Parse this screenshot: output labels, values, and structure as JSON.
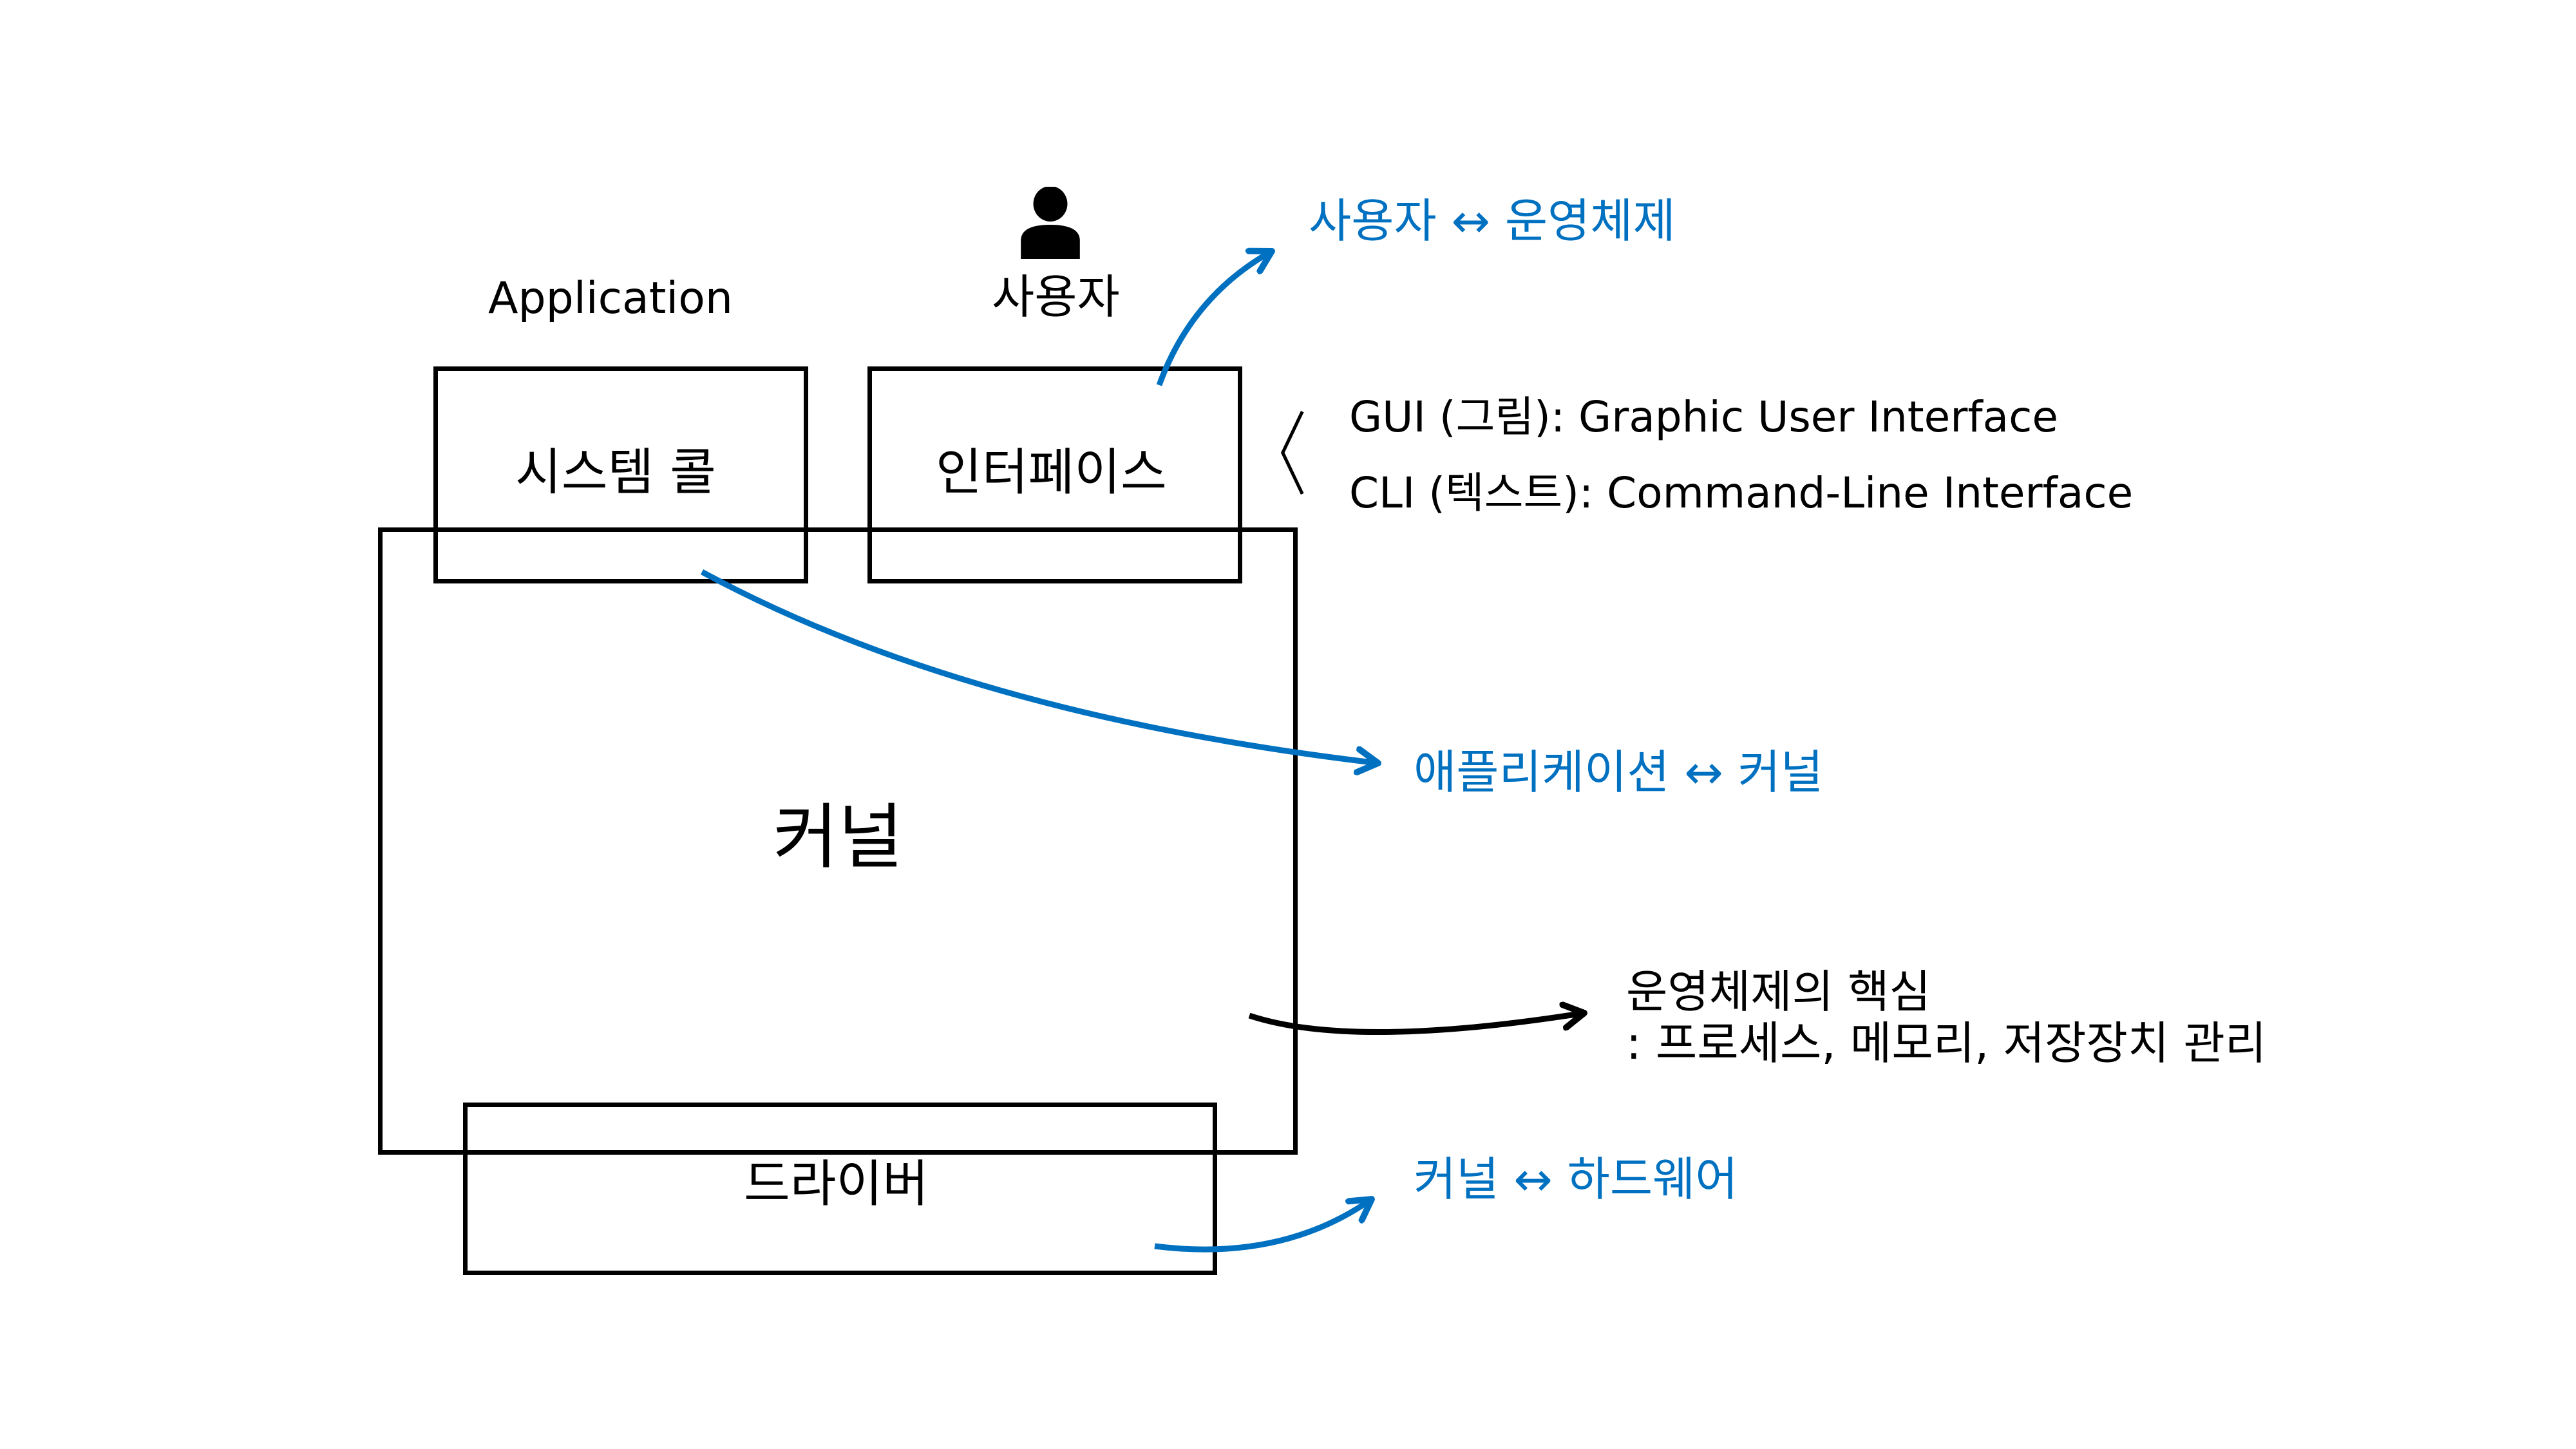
{
  "colors": {
    "accent": "#0070C0",
    "stroke": "#000000",
    "background": "#FFFFFF"
  },
  "top_labels": {
    "application": "Application",
    "user": "사용자",
    "user_icon": "person-icon"
  },
  "boxes": {
    "system_call": "시스템 콜",
    "interface": "인터페이스",
    "kernel": "커널",
    "driver": "드라이버"
  },
  "interface_types": [
    "GUI (그림): Graphic User Interface",
    "CLI (텍스트): Command-Line Interface"
  ],
  "annotations": {
    "user_os": "사용자 ↔ 운영체제",
    "app_kernel": "애플리케이션 ↔ 커널",
    "kernel_core_title": "운영체제의 핵심",
    "kernel_core_detail": ": 프로세스, 메모리, 저장장치 관리",
    "kernel_hardware": "커널 ↔ 하드웨어"
  }
}
